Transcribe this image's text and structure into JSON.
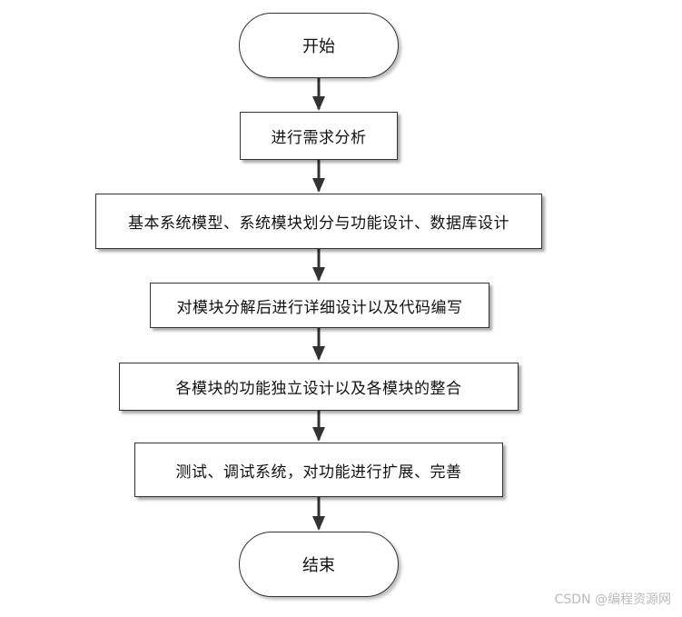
{
  "diagram": {
    "start": "开始",
    "steps": [
      "进行需求分析",
      "基本系统模型、系统模块划分与功能设计、数据库设计",
      "对模块分解后进行详细设计以及代码编写",
      "各模块的功能独立设计以及各模块的整合",
      "测试、调试系统，对功能进行扩展、完善"
    ],
    "end": "结束"
  },
  "watermark": "CSDN @编程资源网",
  "colors": {
    "border": "#333333",
    "arrow": "#333333",
    "watermark": "#bbbbbb"
  }
}
